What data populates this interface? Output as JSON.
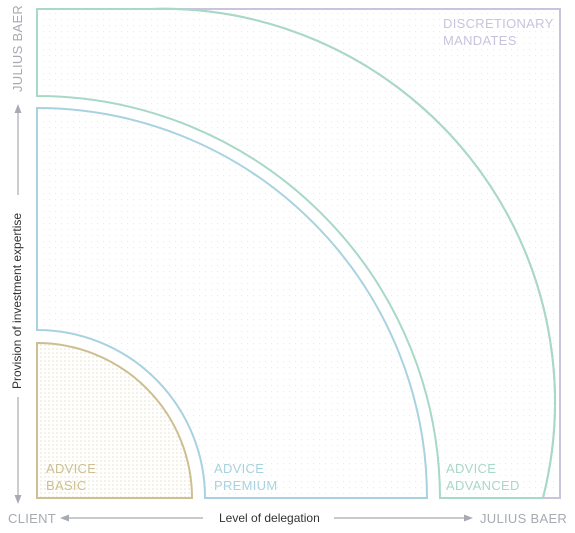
{
  "colors": {
    "basic": "#cdbf91",
    "premium": "#a9d2e0",
    "advanced": "#a8d8c6",
    "discretionary": "#c9c4dd",
    "axis": "#a7aab0",
    "dots": "#eeeeee"
  },
  "segments": {
    "basic": {
      "line1": "ADVICE",
      "line2": "BASIC"
    },
    "premium": {
      "line1": "ADVICE",
      "line2": "PREMIUM"
    },
    "advanced": {
      "line1": "ADVICE",
      "line2": "ADVANCED"
    },
    "discretionary": {
      "line1": "DISCRETIONARY",
      "line2": "MANDATES"
    }
  },
  "axes": {
    "x_start": "CLIENT",
    "x_end": "JULIUS BAER",
    "x_title": "Level of delegation",
    "y_end": "JULIUS BAER",
    "y_title": "Provision of investment expertise"
  }
}
